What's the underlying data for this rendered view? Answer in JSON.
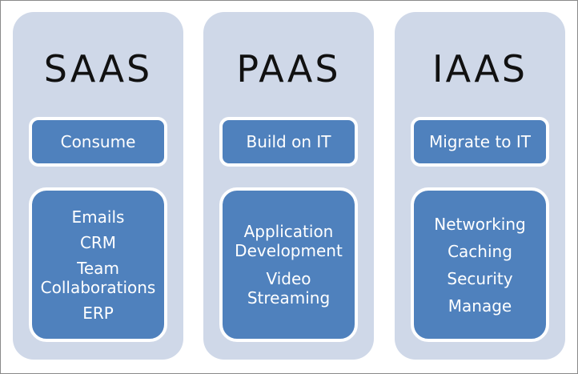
{
  "columns": [
    {
      "title": "SAAS",
      "action": "Consume",
      "items": [
        "Emails",
        "CRM",
        "Team\nCollaborations",
        "ERP"
      ]
    },
    {
      "title": "PAAS",
      "action": "Build on IT",
      "items": [
        "Application\nDevelopment",
        "Video\nStreaming"
      ]
    },
    {
      "title": "IAAS",
      "action": "Migrate to IT",
      "items": [
        "Networking",
        "Caching",
        "Security",
        "Manage"
      ]
    }
  ],
  "colors": {
    "panel": "#cfd8e8",
    "box": "#4f81bd",
    "box_border": "#ffffff",
    "title_text": "#111111",
    "box_text": "#ffffff"
  }
}
